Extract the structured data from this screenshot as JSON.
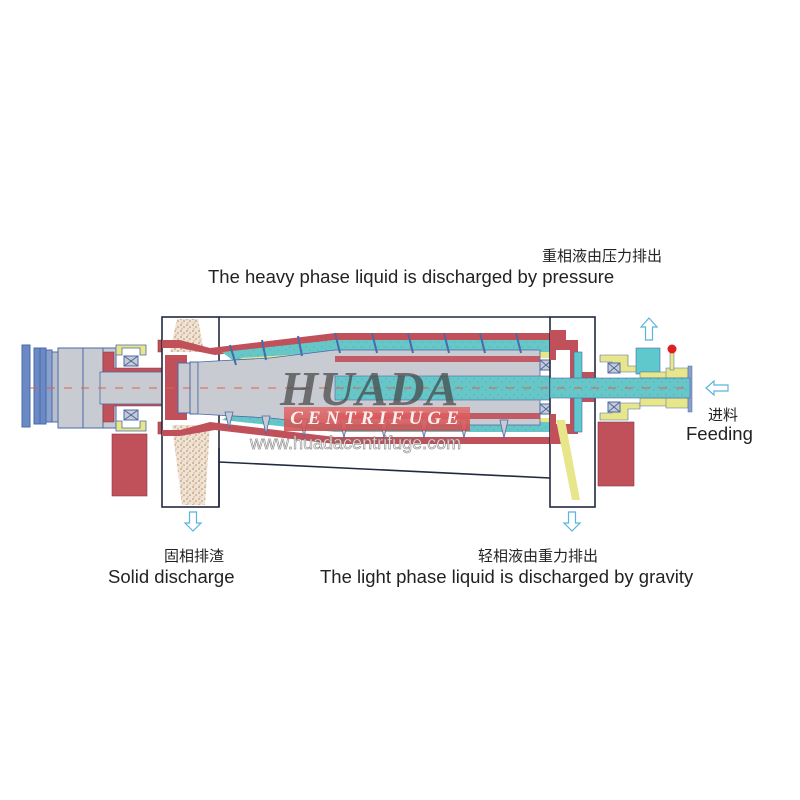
{
  "diagram": {
    "title": "Decanter centrifuge working principle",
    "colors": {
      "housing_red": "#c0505a",
      "bowl_grey": "#c8cbd2",
      "outline_blue": "#4a6aa8",
      "liquid_teal": "#5fc8cc",
      "liquid_yellow": "#e8e68a",
      "solids_tan": "#d9c3a8",
      "arrow_blue": "#5bb4dc",
      "centerline": "#e0604a",
      "frame_black": "#222a40",
      "knob_red": "#e02020"
    },
    "labels": {
      "heavy_phase": {
        "cn": "重相液由压力排出",
        "en": "The heavy phase liquid is discharged by pressure"
      },
      "feeding": {
        "cn": "进料",
        "en": "Feeding"
      },
      "solid_discharge": {
        "cn": "固相排渣",
        "en": "Solid discharge"
      },
      "light_phase": {
        "cn": "轻相液由重力排出",
        "en": "The light phase liquid is discharged by gravity"
      }
    },
    "watermark": {
      "brand": "HUADA",
      "sub": "CENTRIFUGE",
      "url": "www.huadacentrifuge.com"
    },
    "arrows": [
      {
        "name": "heavy-phase-outlet-arrow",
        "direction": "up"
      },
      {
        "name": "feed-inlet-arrow",
        "direction": "left"
      },
      {
        "name": "solid-discharge-arrow",
        "direction": "down"
      },
      {
        "name": "light-phase-outlet-arrow",
        "direction": "down"
      }
    ]
  }
}
